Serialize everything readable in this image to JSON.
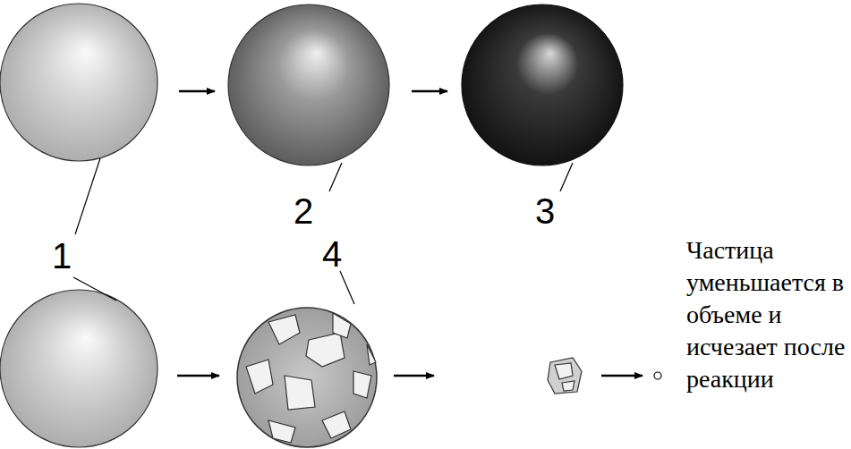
{
  "diagram": {
    "labels": [
      "1",
      "2",
      "3",
      "4",
      "Частица уменьшается в объеме и исчезает после реакции"
    ]
  }
}
